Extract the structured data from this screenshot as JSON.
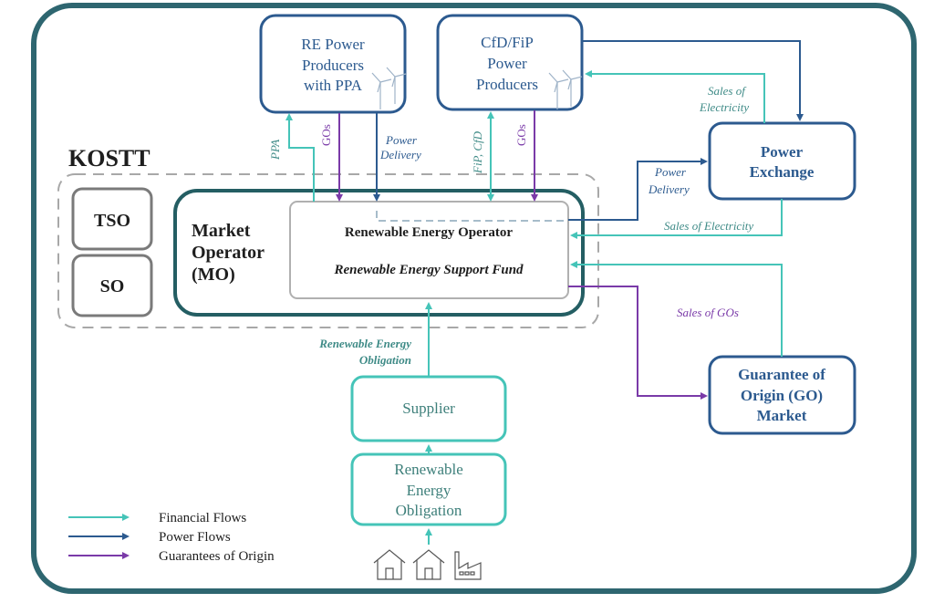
{
  "colors": {
    "frame": "#2e6670",
    "power": "#2c5a8f",
    "financial": "#45c4b8",
    "go": "#7a3aa8",
    "kostt_dash": "#a8a8a8",
    "mo_border": "#245e63",
    "reo_border": "#b0b0b0",
    "gray_box": "#7a7a7a",
    "text_dark": "#1e1e1e",
    "text_blue": "#2c5a8f",
    "text_teal": "#3f8b87",
    "text_teal_box": "#3d7f7a"
  },
  "nodes": {
    "re_ppa": {
      "lines": [
        "RE Power",
        "Producers",
        "with PPA"
      ]
    },
    "cfd_fip": {
      "lines": [
        "CfD/FiP",
        "Power",
        "Producers"
      ]
    },
    "power_exchange": {
      "lines": [
        "Power",
        "Exchange"
      ]
    },
    "go_market": {
      "lines": [
        "Guarantee of",
        "Origin (GO)",
        "Market"
      ]
    },
    "kostt": {
      "label": "KOSTT"
    },
    "tso": {
      "label": "TSO"
    },
    "so": {
      "label": "SO"
    },
    "market_operator": {
      "lines": [
        "Market",
        "Operator",
        "(MO)"
      ]
    },
    "reo": {
      "title": "Renewable Energy Operator",
      "subtitle": "Renewable Energy Support Fund"
    },
    "supplier": {
      "label": "Supplier"
    },
    "reo_obligation": {
      "lines": [
        "Renewable",
        "Energy",
        "Obligation"
      ]
    }
  },
  "flow_labels": {
    "ppa": "PPA",
    "gos_1": "GOs",
    "power_delivery_1": [
      "Power",
      "Delivery"
    ],
    "fip_cfd": "FiP, CfD",
    "gos_2": "GOs",
    "sales_elec_top": [
      "Sales of",
      "Electricity"
    ],
    "power_delivery_2": [
      "Power",
      "Delivery"
    ],
    "sales_elec_mid": "Sales of Electricity",
    "sales_gos": "Sales of GOs",
    "re_obligation": [
      "Renewable Energy",
      "Obligation"
    ]
  },
  "legend": [
    {
      "label": "Financial Flows",
      "type": "financial"
    },
    {
      "label": "Power Flows",
      "type": "power"
    },
    {
      "label": "Guarantees of Origin",
      "type": "go"
    }
  ],
  "icons": [
    "house-icon",
    "house-icon",
    "factory-icon"
  ]
}
